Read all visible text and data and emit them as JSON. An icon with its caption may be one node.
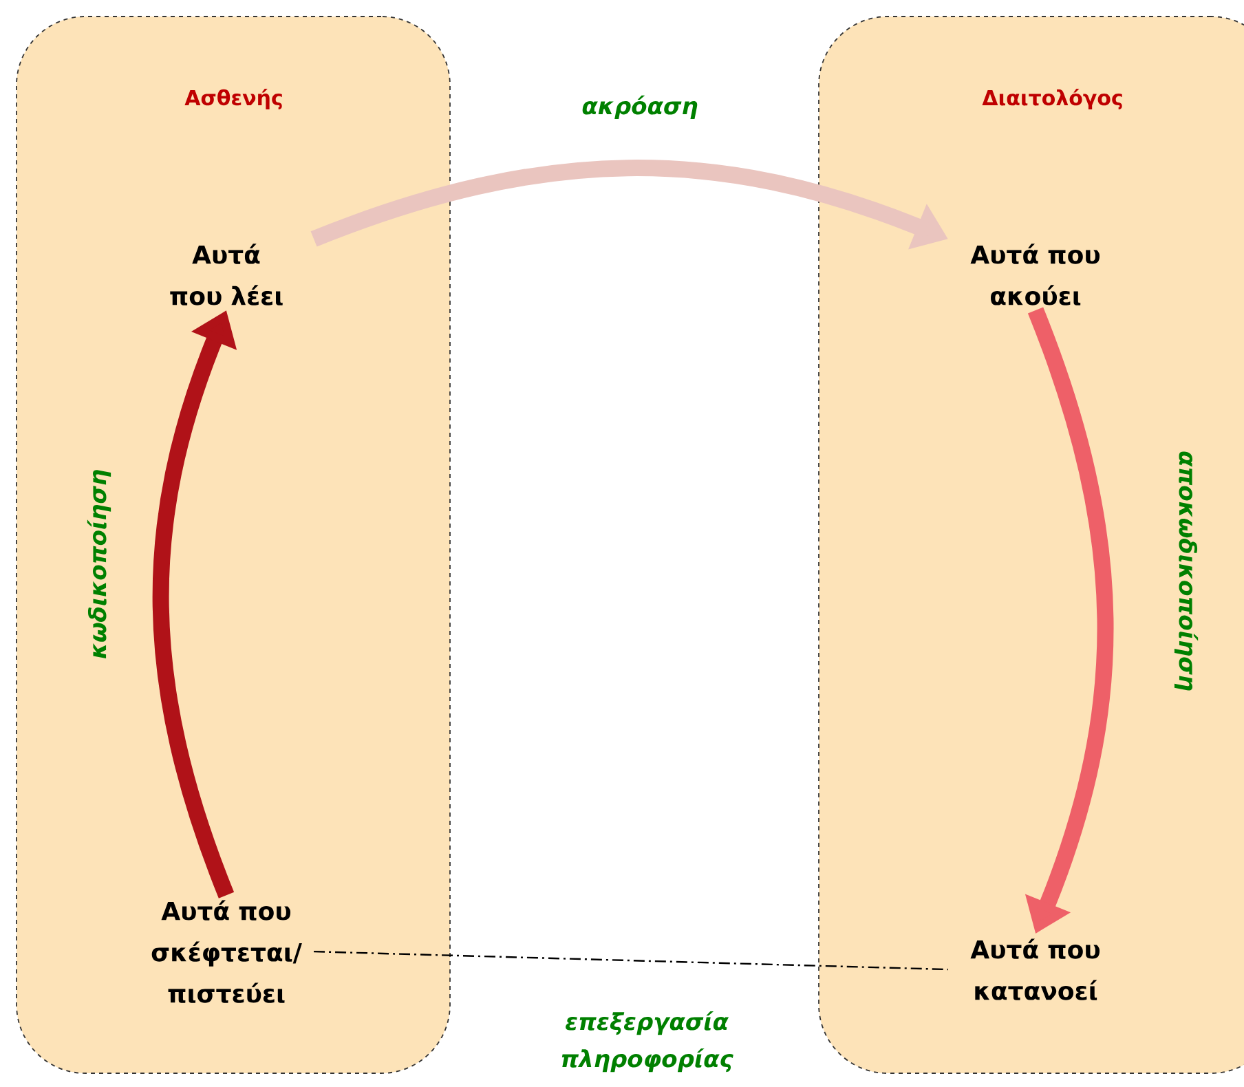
{
  "diagram": {
    "nodes": [
      {
        "text": [
          "Ασθενής"
        ]
      },
      {
        "text": [
          "Αυτά που λέει"
        ],
        "in": 0
      },
      {
        "text": [
          "Αυτά που σκέφτεται/ πιστεύει"
        ],
        "in": 0
      },
      {
        "text": [
          "Διαιτολόγος"
        ]
      },
      {
        "text": [
          "Αυτά που ακούει"
        ],
        "in": 3
      },
      {
        "text": [
          "Αυτά που κατανοεί"
        ],
        "in": 3
      }
    ],
    "edges": [
      {
        "from": 1,
        "to": 4,
        "arrow": "to",
        "label": "ακρόαση",
        "color": "#eac5bf"
      },
      {
        "from": 2,
        "to": 1,
        "arrow": "to",
        "label": "κωδικοποίηση",
        "color": "#b01218"
      },
      {
        "from": 4,
        "to": 5,
        "arrow": "to",
        "label": "αποκωδικοποίηση",
        "color": "#ee6068"
      },
      {
        "from": 2,
        "to": 5,
        "arrow": "none",
        "label": "επεξεργασία πληροφορίας",
        "style": "dashed",
        "color": "#000000"
      }
    ]
  }
}
